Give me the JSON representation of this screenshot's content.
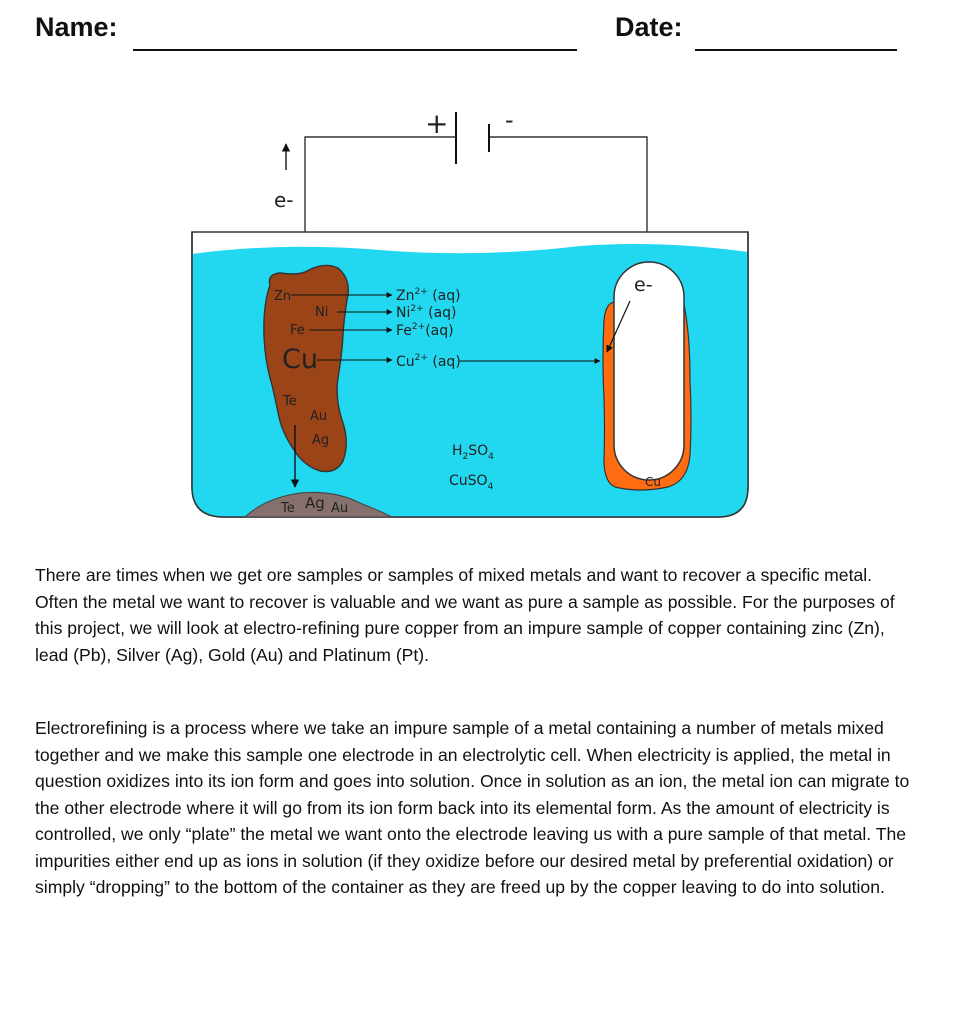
{
  "header": {
    "name_label": "Name:",
    "date_label": "Date:"
  },
  "diagram": {
    "battery_plus": "+",
    "battery_minus": "-",
    "electron_left": "e-",
    "electron_right": "e-",
    "anode_metals": [
      "Zn",
      "Ni",
      "Fe",
      "Cu",
      "Te",
      "Au",
      "Ag"
    ],
    "ions": [
      {
        "sym": "Zn",
        "sup": "2+",
        "state": " (aq)"
      },
      {
        "sym": "Ni",
        "sup": "2+",
        "state": " (aq)"
      },
      {
        "sym": "Fe",
        "sup": "2+",
        "state": "(aq)"
      },
      {
        "sym": "Cu",
        "sup": "2+",
        "state": " (aq)"
      }
    ],
    "electrolyte": [
      {
        "pre": "H",
        "sub1": "2",
        "mid": "SO",
        "sub2": "4"
      },
      {
        "pre": "",
        "sub1": "",
        "mid": "CuSO",
        "sub2": "4"
      }
    ],
    "sediment": [
      "Te",
      "Ag",
      "Au"
    ],
    "cathode_label": "Cu",
    "colors": {
      "solution": "#22d8f0",
      "anode": "#9a4418",
      "cathode_plating": "#ff6c12",
      "sediment": "#86706e"
    }
  },
  "paragraphs": [
    "There are times when we get ore samples or samples of mixed metals and want to recover a specific metal.  Often the metal we want to recover is valuable and we want as pure a sample as possible.  For the purposes of this project, we will look at electro-refining pure copper from an impure sample of copper containing zinc (Zn), lead (Pb), Silver (Ag), Gold (Au) and Platinum (Pt).",
    "Electrorefining is a process where we take an impure sample of a metal containing a number of metals mixed together and we make this sample one electrode in an electrolytic cell.  When electricity is applied, the metal in question oxidizes into its ion form and goes into solution.  Once in solution as an ion, the metal ion can migrate to the other electrode where it will go from its ion form back into its elemental form.  As the amount of electricity is controlled, we only “plate” the metal we want onto the electrode leaving us with a pure sample of that metal.  The impurities either end up as ions in solution (if they oxidize before our desired metal by preferential oxidation) or simply “dropping” to the bottom of the container as they are freed up by the copper leaving to do into solution."
  ]
}
